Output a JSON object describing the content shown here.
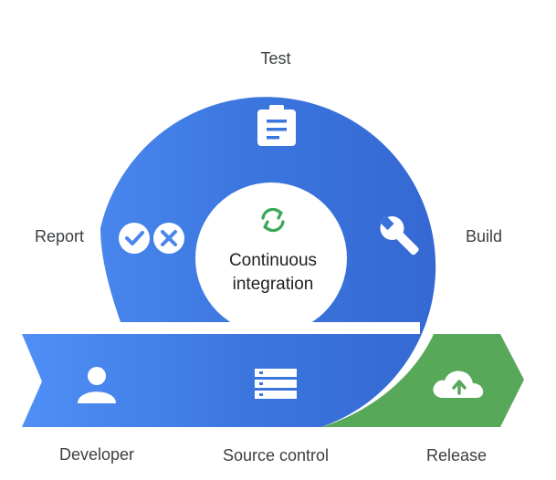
{
  "center": {
    "line1": "Continuous",
    "line2": "integration"
  },
  "labels": {
    "test": "Test",
    "report": "Report",
    "build": "Build",
    "developer": "Developer",
    "source_control": "Source control",
    "release": "Release"
  },
  "colors": {
    "blue": "#3a74dc",
    "blue_light": "#4d8ff5",
    "green": "#58a85a",
    "sync_icon": "#3aa757",
    "label_text": "#3c4043",
    "white": "#ffffff"
  },
  "icons": {
    "test": "clipboard-icon",
    "build": "wrench-icon",
    "report_pass": "check-circle-icon",
    "report_fail": "x-circle-icon",
    "developer": "person-icon",
    "source_control": "server-icon",
    "release": "cloud-upload-icon",
    "center": "sync-icon"
  }
}
